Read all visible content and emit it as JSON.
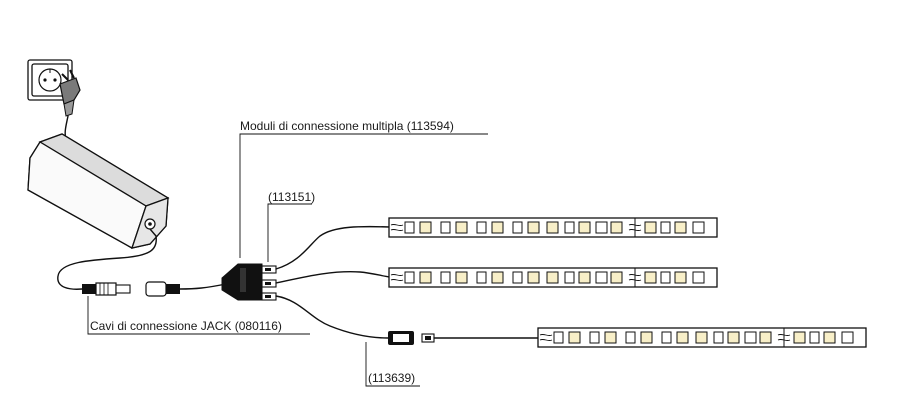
{
  "labels": {
    "multi_module": "Moduli di  connessione multipla (113594)",
    "connector_a": "(113151)",
    "jack_cable": "Cavi di  connessione JACK (080116)",
    "connector_b": "(113639)"
  },
  "colors": {
    "line": "#111111",
    "led_fill": "#f8efc8",
    "led_small": "#ffffff",
    "adapter_face": "#d8d8d8",
    "adapter_body": "#f2f2f2"
  },
  "icons": [
    "wall-socket-icon",
    "plug-icon",
    "power-adapter-icon",
    "jack-plug-icon",
    "splitter-icon",
    "led-strip-icon"
  ]
}
